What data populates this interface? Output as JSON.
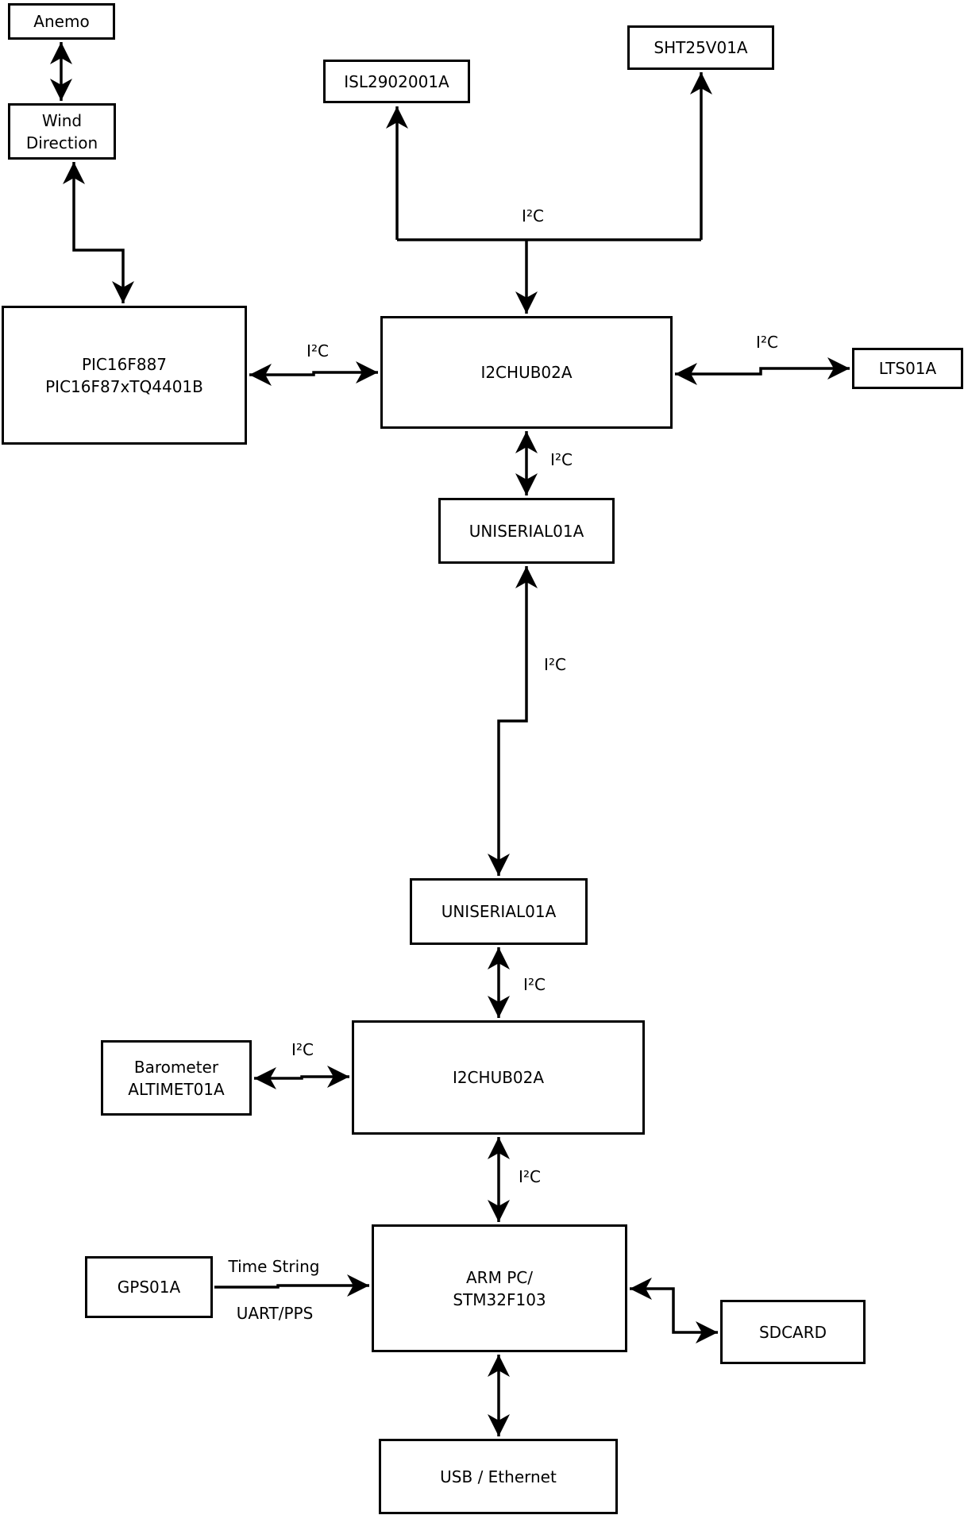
{
  "colors": {
    "background": "#ffffff",
    "box_fill": "#ffffff",
    "border": "#000000",
    "line": "#000000",
    "text": "#000000"
  },
  "boxes": {
    "anemo": "Anemo",
    "wind_direction": "Wind\nDirection",
    "pic": "PIC16F887\nPIC16F87xTQ4401B",
    "isl": "ISL2902001A",
    "sht": "SHT25V01A",
    "i2chub_top": "I2CHUB02A",
    "lts": "LTS01A",
    "uniserial_top": "UNISERIAL01A",
    "uniserial_bottom": "UNISERIAL01A",
    "i2chub_bottom": "I2CHUB02A",
    "barometer": "Barometer\nALTIMET01A",
    "gps": "GPS01A",
    "armpc": "ARM PC/\nSTM32F103",
    "sdcard": "SDCARD",
    "usb_ethernet": "USB / Ethernet"
  },
  "edge_labels": {
    "i2c_sensor_bus": "I²C",
    "i2c_pic_hub": "I²C",
    "i2c_hub_lts": "I²C",
    "i2c_hub_uniserial": "I²C",
    "i2c_long_link": "I²C",
    "i2c_uniserial_hub2": "I²C",
    "i2c_baro_hub2": "I²C",
    "i2c_hub2_arm": "I²C",
    "time_string": "Time String",
    "uart_pps": "UART/PPS"
  }
}
